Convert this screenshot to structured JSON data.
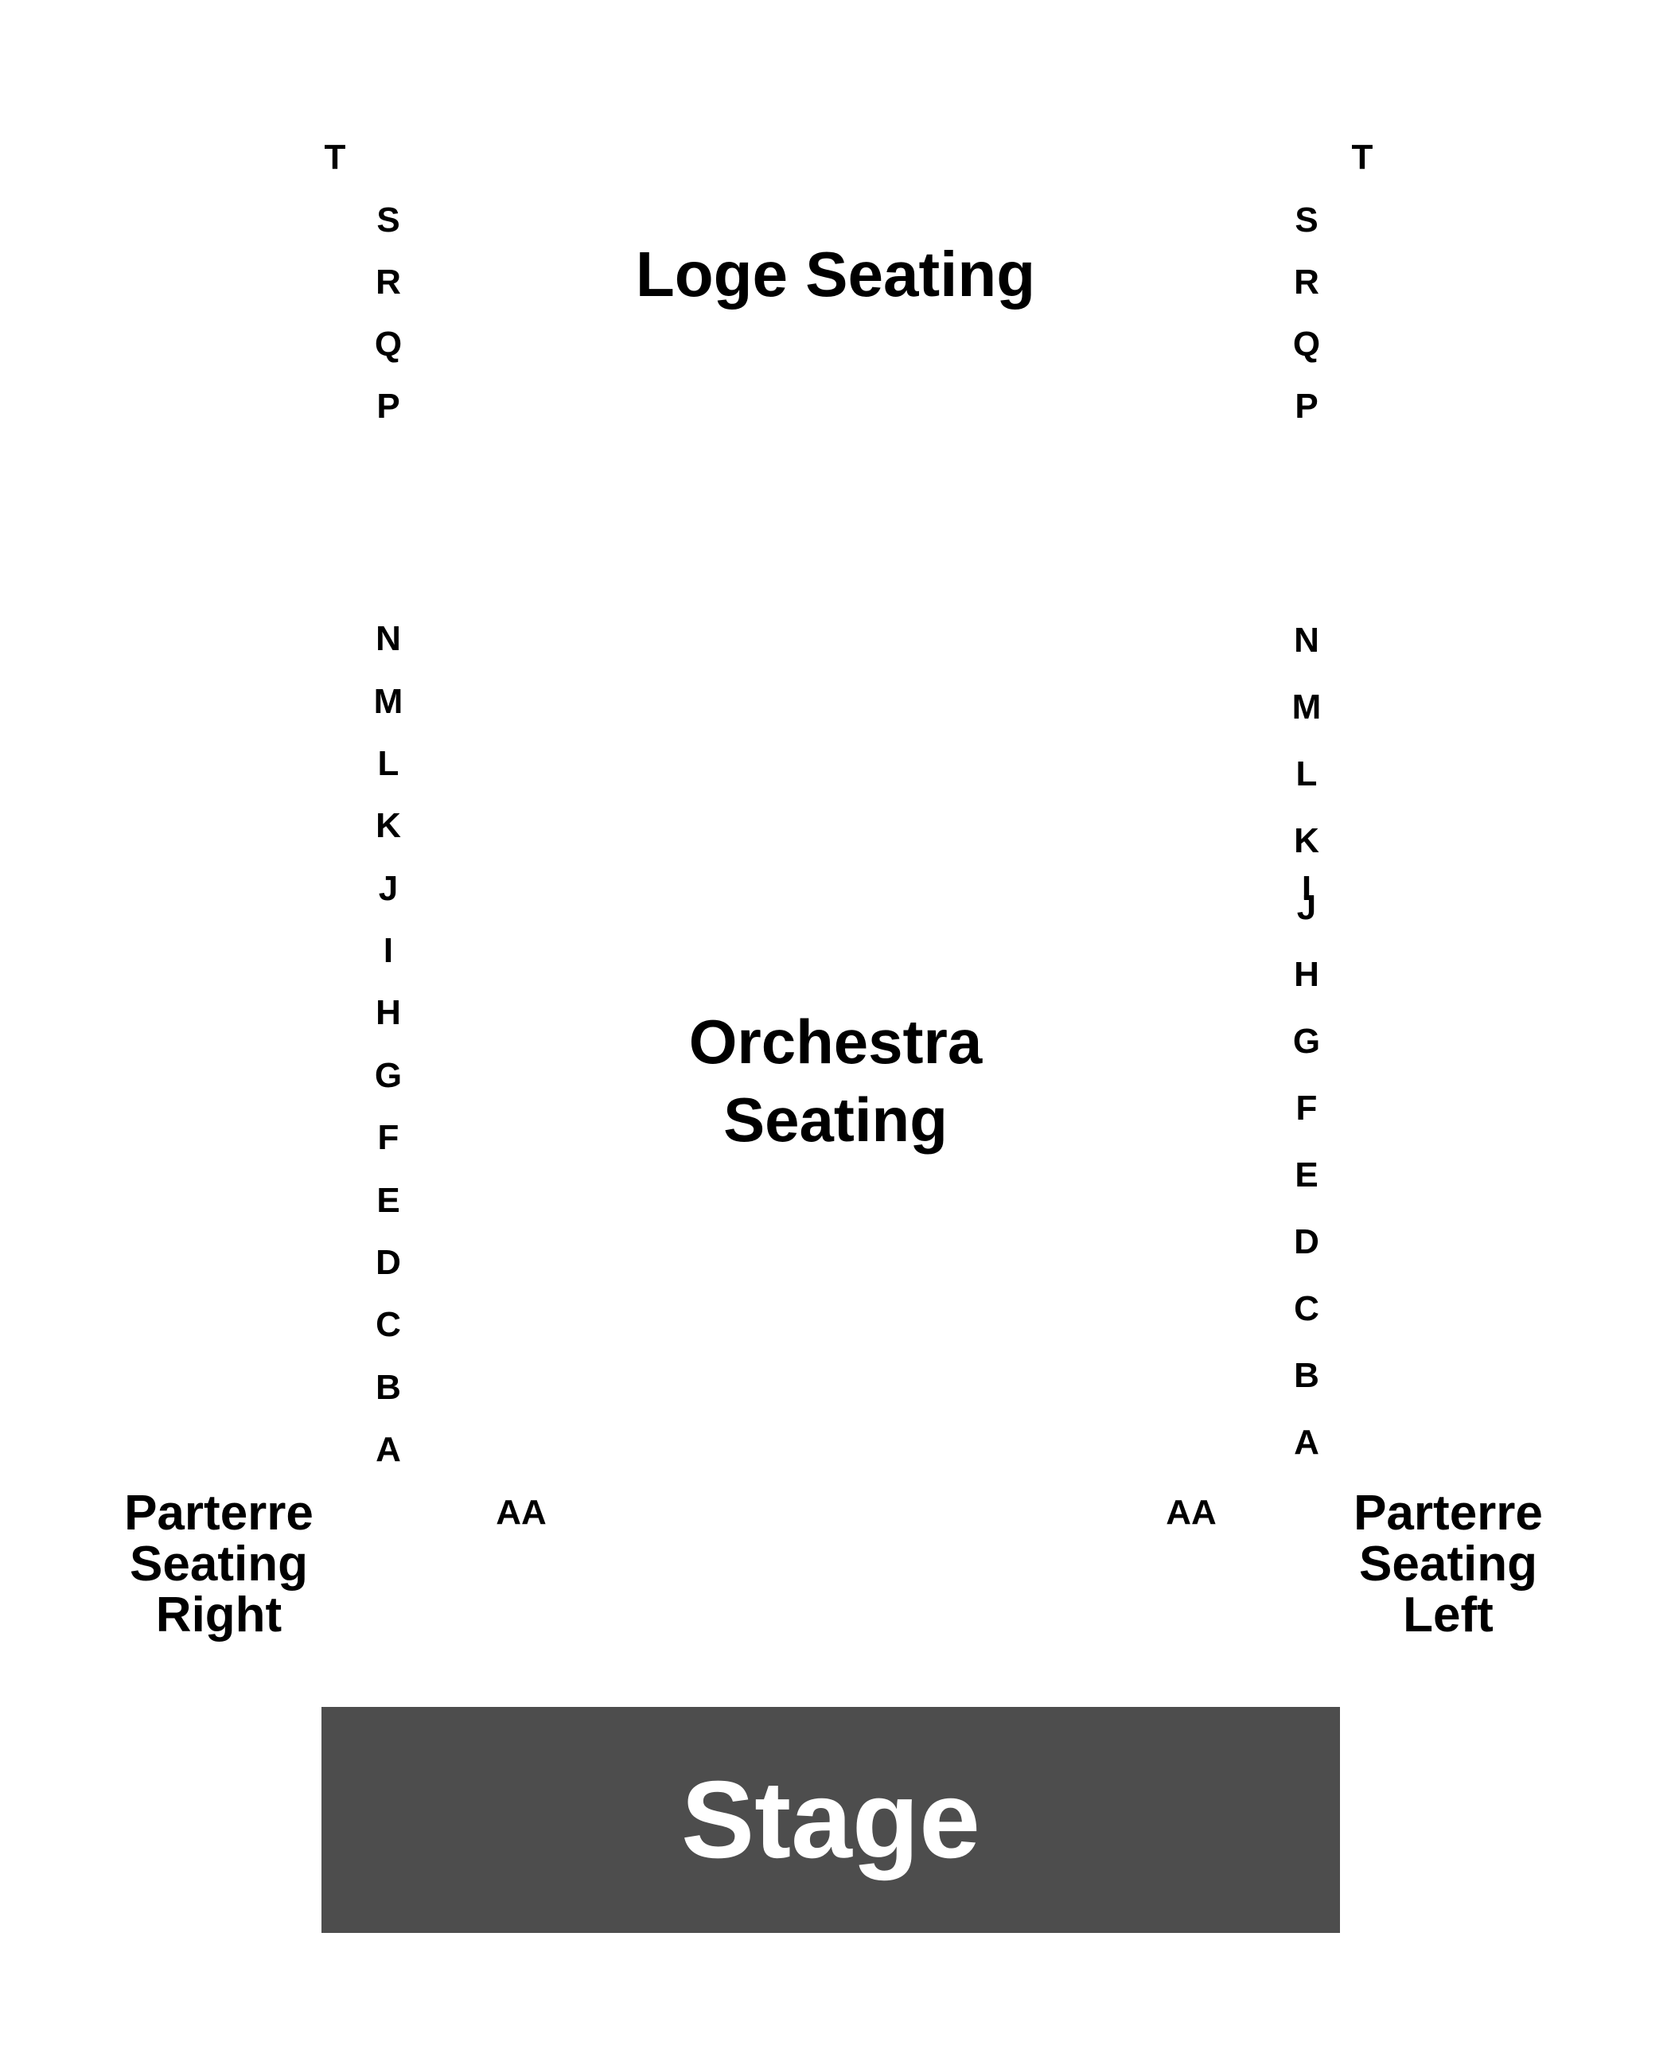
{
  "sections": {
    "loge": "Loge Seating",
    "orchestra_line1": "Orchestra",
    "orchestra_line2": "Seating",
    "parterre_right": [
      "Parterre",
      "Seating",
      "Right"
    ],
    "parterre_left": [
      "Parterre",
      "Seating",
      "Left"
    ],
    "stage": "Stage"
  },
  "aisle_front_rows": {
    "left": "AA",
    "right": "AA"
  },
  "left_rows": [
    "T",
    "S",
    "R",
    "Q",
    "P",
    "N",
    "M",
    "L",
    "K",
    "J",
    "I",
    "H",
    "G",
    "F",
    "E",
    "D",
    "C",
    "B",
    "A"
  ],
  "right_rows": [
    "T",
    "S",
    "R",
    "Q",
    "P",
    "N",
    "M",
    "L",
    "K",
    "I",
    "J",
    "H",
    "G",
    "F",
    "E",
    "D",
    "C",
    "B",
    "A"
  ],
  "colors": {
    "background": "#ffffff",
    "text": "#000000",
    "stage_fill": "#4d4d4d",
    "stage_text": "#ffffff"
  }
}
